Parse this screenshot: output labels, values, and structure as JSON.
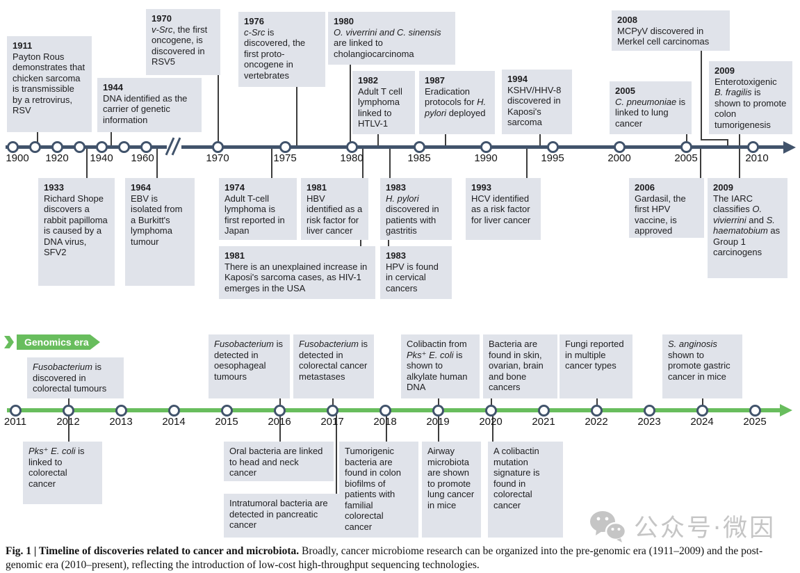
{
  "figure": {
    "colors": {
      "navy": "#41536b",
      "green": "#68bd5d",
      "box_bg": "#e0e3ea"
    },
    "pre_genomic": {
      "axis_years": [
        "1900",
        "1920",
        "1940",
        "1960",
        "1970",
        "1975",
        "1980",
        "1985",
        "1990",
        "1995",
        "2000",
        "2005",
        "2010"
      ],
      "events_above": [
        {
          "year": "1911",
          "text": "Payton Rous demonstrates that chicken sarcoma is transmissible by a retrovirus, RSV"
        },
        {
          "year": "1944",
          "text": "DNA identified as the carrier of genetic information"
        },
        {
          "year": "1970",
          "text": "*v-Src*, the first oncogene, is discovered in RSV5"
        },
        {
          "year": "1976",
          "text": "*c-Src* is discovered, the first proto-oncogene in vertebrates"
        },
        {
          "year": "1980",
          "text": "*O. viverrini and C. sinensis* are linked to cholangiocarcinoma"
        },
        {
          "year": "1982",
          "text": "Adult T cell lymphoma linked to HTLV-1"
        },
        {
          "year": "1987",
          "text": "Eradication protocols for *H. pylori* deployed"
        },
        {
          "year": "1994",
          "text": "KSHV/HHV-8 discovered in Kaposi's sarcoma"
        },
        {
          "year": "2005",
          "text": "*C. pneumoniae* is linked to lung cancer"
        },
        {
          "year": "2008",
          "text": "MCPyV discovered in Merkel cell carcinomas"
        },
        {
          "year": "2009",
          "text": "Enterotoxigenic *B. fragilis* is shown to promote colon tumorigenesis"
        }
      ],
      "events_below": [
        {
          "year": "1933",
          "text": "Richard Shope discovers a rabbit papilloma is caused by a DNA virus, SFV2"
        },
        {
          "year": "1964",
          "text": "EBV is isolated from a Burkitt's lymphoma tumour"
        },
        {
          "year": "1974",
          "text": "Adult T-cell lymphoma is first reported in Japan"
        },
        {
          "year": "1981",
          "text": "HBV identified as a risk factor for liver cancer"
        },
        {
          "year": "1981",
          "text": "There is an unexplained increase in Kaposi's sarcoma cases, as HIV-1 emerges in the USA"
        },
        {
          "year": "1983",
          "text": "*H. pylori* discovered in patients with gastritis"
        },
        {
          "year": "1983",
          "text": "HPV is found in cervical cancers"
        },
        {
          "year": "1993",
          "text": "HCV identified as a risk factor for liver cancer"
        },
        {
          "year": "2006",
          "text": "Gardasil, the first HPV vaccine, is approved"
        },
        {
          "year": "2009",
          "text": "The IARC classifies *O. vivierrini* and *S. haematobium* as Group 1 carcinogens"
        }
      ]
    },
    "genomics": {
      "banner_label": "Genomics era",
      "axis_years": [
        "2011",
        "2012",
        "2013",
        "2014",
        "2015",
        "2016",
        "2017",
        "2018",
        "2019",
        "2020",
        "2021",
        "2022",
        "2023",
        "2024",
        "2025"
      ],
      "events_above": [
        {
          "text": "*Fusobacterium* is discovered in colorectal tumours"
        },
        {
          "text": "*Fusobacterium* is detected in oesophageal tumours"
        },
        {
          "text": "*Fusobacterium* is detected in colorectal cancer metastases"
        },
        {
          "text": "Colibactin from *Pks⁺ E. coli* is shown to alkylate human DNA"
        },
        {
          "text": "Bacteria are found in skin, ovarian, brain and bone cancers"
        },
        {
          "text": "Fungi reported in multiple cancer types"
        },
        {
          "text": "*S. anginosis* shown to promote gastric cancer in mice"
        }
      ],
      "events_below": [
        {
          "text": "*Pks⁺ E. coli* is linked to colorectal cancer"
        },
        {
          "text": "Oral bacteria are linked to head and neck cancer"
        },
        {
          "text": "Intratumoral bacteria are detected in pancreatic cancer"
        },
        {
          "text": "Tumorigenic bacteria are found in colon biofilms of patients with familial colorectal cancer"
        },
        {
          "text": "Airway microbiota are shown to promote lung cancer in mice"
        },
        {
          "text": "A colibactin mutation signature is found in colorectal cancer"
        }
      ]
    },
    "caption_bold": "Fig. 1 | Timeline of discoveries related to cancer and microbiota.",
    "caption_rest": " Broadly, cancer microbiome research can be organized into the pre-genomic era (1911–2009) and the post-genomic era (2010–present), reflecting the introduction of low-cost high-throughput sequencing technologies.",
    "watermark_text": "公众号·微因"
  }
}
